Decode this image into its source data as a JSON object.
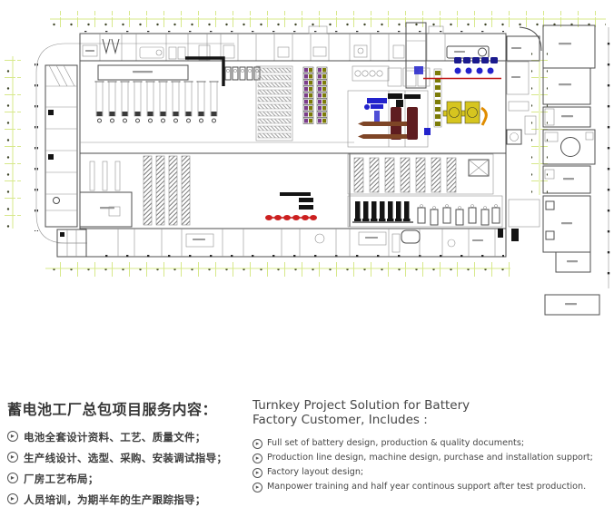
{
  "colors": {
    "grid_green": "#d7e88a",
    "grid_dot": "#3d4426",
    "wall": "#4d4d4d",
    "wall_light": "#909090",
    "heavy_black": "#141414",
    "red_line": "#c01515",
    "equip_blue": "#2323cc",
    "equip_navy": "#1b1b8e",
    "equip_maroon": "#5f1d20",
    "equip_brown": "#7e4526",
    "equip_yellow": "#d6c51f",
    "equip_olive": "#7c7c08",
    "equip_orange": "#e08c00",
    "equip_red": "#cc1f1f",
    "rack_purple": "#7b3d8b",
    "text_dark": "#383838"
  },
  "drawing": {
    "name": "battery-factory-floor-plan"
  },
  "icons": {
    "bullet": "▸"
  },
  "services_cn": {
    "title": "蓄电池工厂总包项目服务内容：",
    "items": [
      "电池全套设计资料、工艺、质量文件；",
      "生产线设计、选型、采购、安装调试指导；",
      "厂房工艺布局；",
      "人员培训，为期半年的生产跟踪指导；"
    ]
  },
  "services_en": {
    "title_line1": "Turnkey Project Solution for Battery",
    "title_line2": "Factory Customer, Includes :",
    "items": [
      "Full set of battery design, production & quality documents;",
      "Production line design, machine design, purchase and installation support;",
      "Factory layout design;",
      "Manpower training and half year continous support after test production."
    ]
  }
}
